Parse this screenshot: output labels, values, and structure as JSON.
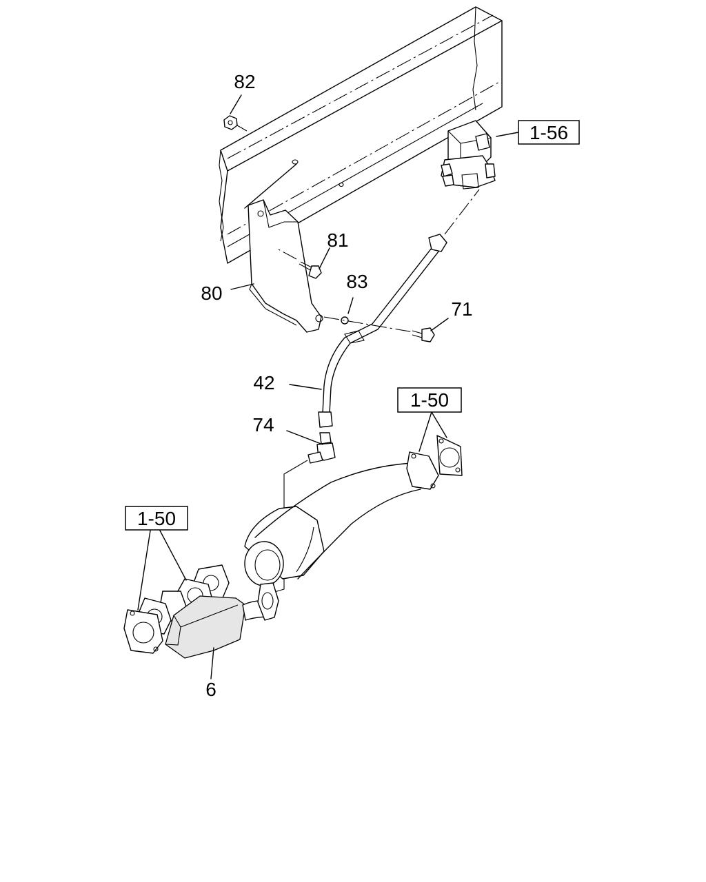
{
  "callouts": {
    "c82": "82",
    "c81": "81",
    "c80": "80",
    "c83": "83",
    "c71": "71",
    "c42": "42",
    "c74": "74",
    "c6": "6"
  },
  "references": {
    "ref_top": "1-56",
    "ref_mid": "1-50",
    "ref_left": "1-50"
  }
}
